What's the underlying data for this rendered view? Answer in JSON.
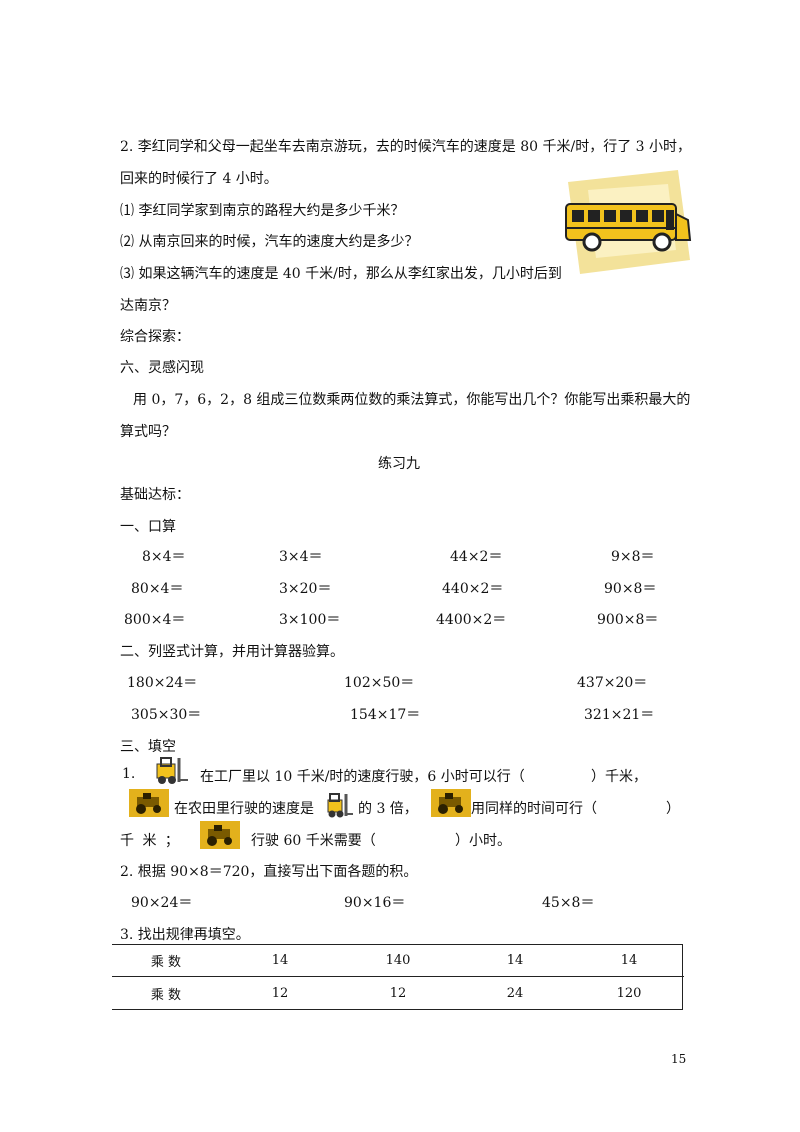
{
  "q2": {
    "line1": "2.   李红同学和父母一起坐车去南京游玩，去的时候汽车的速度是 80 千米/时，行了 3 小时，",
    "line2": "回来的时候行了 4 小时。",
    "sub1": "⑴   李红同学家到南京的路程大约是多少千米？",
    "sub2": "⑵   从南京回来的时候，汽车的速度大约是多少？",
    "sub3": "⑶   如果这辆汽车的速度是 40 千米/时，那么从李红家出发，几小时后到",
    "sub3b": "达南京？"
  },
  "explore": "综合探索：",
  "section6": {
    "title": "六、灵感闪现",
    "line1": "用 0，7，6，2，8 组成三位数乘两位数的乘法算式，你能写出几个？你能写出乘积最大的",
    "line2": "算式吗？"
  },
  "exercise_title": "练习九",
  "basic": "基础达标：",
  "oral": {
    "title": "一、口算",
    "rows": [
      [
        "8×4＝",
        "3×4＝",
        "44×2＝",
        "9×8＝"
      ],
      [
        "80×4＝",
        "3×20＝",
        "440×2＝",
        "90×8＝"
      ],
      [
        "800×4＝",
        "3×100＝",
        "4400×2＝",
        "900×8＝"
      ]
    ]
  },
  "vertical": {
    "title": "二、列竖式计算，并用计算器验算。",
    "rows": [
      [
        "180×24＝",
        "102×50＝",
        "437×20＝"
      ],
      [
        "305×30＝",
        "154×17＝",
        "321×21＝"
      ]
    ]
  },
  "fill": {
    "title": "三、填空",
    "q1_num": "1.",
    "q1_a": "在工厂里以 10 千米/时的速度行驶，6 小时可以行（",
    "q1_a_end": "）千米，",
    "q1_b": "在农田里行驶的速度是",
    "q1_b2": "的 3 倍，",
    "q1_b3": "用同样的时间可行（",
    "q1_b_end": "）",
    "q1_c_start": "千 米 ；",
    "q1_c": "行驶 60 千米需要（",
    "q1_c_end": "）小时。",
    "q2": "2.   根据 90×8＝720，直接写出下面各题的积。",
    "q2_items": [
      "90×24＝",
      "90×16＝",
      "45×8＝"
    ],
    "q3": "3.   找出规律再填空。"
  },
  "table": {
    "rows": [
      {
        "label": "乘    数",
        "values": [
          "14",
          "140",
          "14",
          "14"
        ]
      },
      {
        "label": "乘    数",
        "values": [
          "12",
          "12",
          "24",
          "120"
        ]
      }
    ]
  },
  "page_number": "15",
  "icons": {
    "bus": "school-bus-icon",
    "forklift": "forklift-icon",
    "tractor": "tractor-icon"
  }
}
